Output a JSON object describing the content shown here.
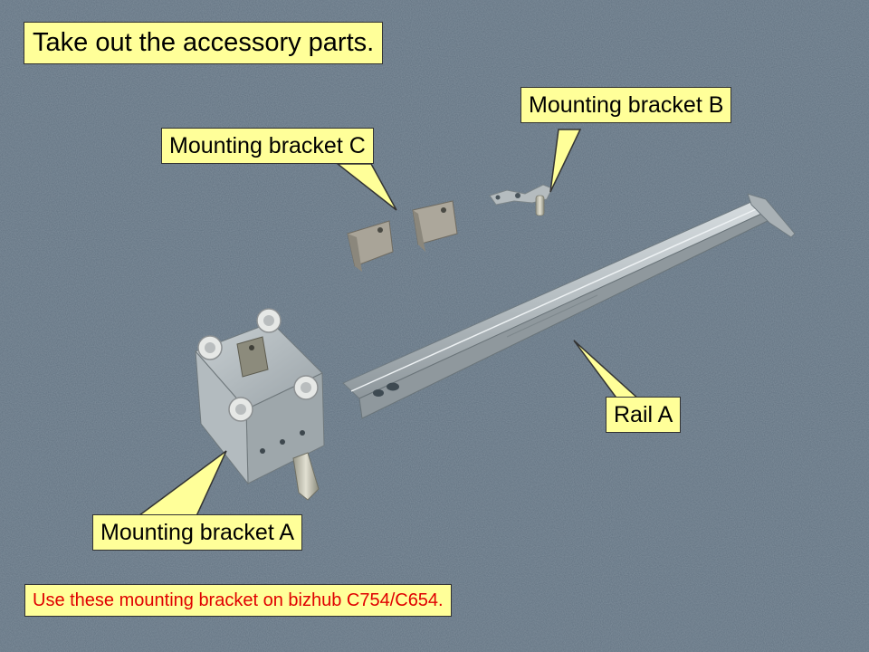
{
  "title": "Take out the accessory parts.",
  "labels": {
    "bracket_a": "Mounting bracket A",
    "bracket_b": "Mounting bracket B",
    "bracket_c": "Mounting bracket C",
    "rail_a": "Rail A"
  },
  "note": "Use these mounting bracket on bizhub C754/C654.",
  "colors": {
    "callout_fill": "#ffff99",
    "note_text": "#e00000",
    "carpet": "#5f6f7c",
    "metal": "#b7bfc3"
  }
}
